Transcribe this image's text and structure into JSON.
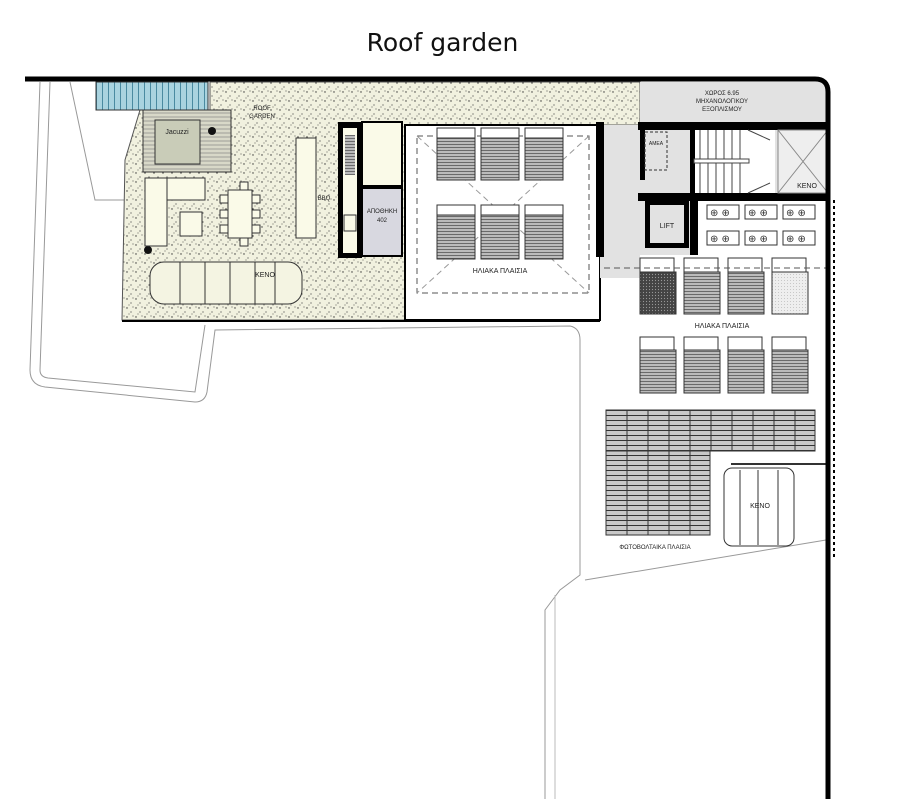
{
  "title": "Roof garden",
  "labels": {
    "roof_garden_l1": "ROOF",
    "roof_garden_l2": "GARDEN",
    "jacuzzi": "Jacuzzi",
    "bbq": "BBQ",
    "void_garden": "KENO",
    "storage_l1": "ΑΠΟΘΗΚΗ",
    "storage_l2": "402",
    "solar_panels_center": "ΗΛΙΑΚΑ ΠΛΑΙΣΙΑ",
    "mech_room_l1": "ΧΩΡΟΣ 6.95",
    "mech_room_l2": "ΜΗΧΑΝΟΛΟΓΙΚΟΥ",
    "mech_room_l3": "ΕΞΟΠΛΙΣΜΟΥ",
    "accessible_wc": "ΑΜΕΑ",
    "void_stair": "KENO",
    "lift": "LIFT",
    "solar_panels_right": "ΗΛΙΑΚΑ ΠΛΑΙΣΙΑ",
    "photovoltaic_panels": "ΦΩΤΟΒΟΛΤΑΙΚΑ ΠΛΑΙΣΙΑ",
    "void_bottom": "KENO"
  },
  "colors": {
    "garden": "#f1f1df",
    "core": "#e2e2e2",
    "stair_blue": "#9cc9d6",
    "wall": "#000000"
  }
}
